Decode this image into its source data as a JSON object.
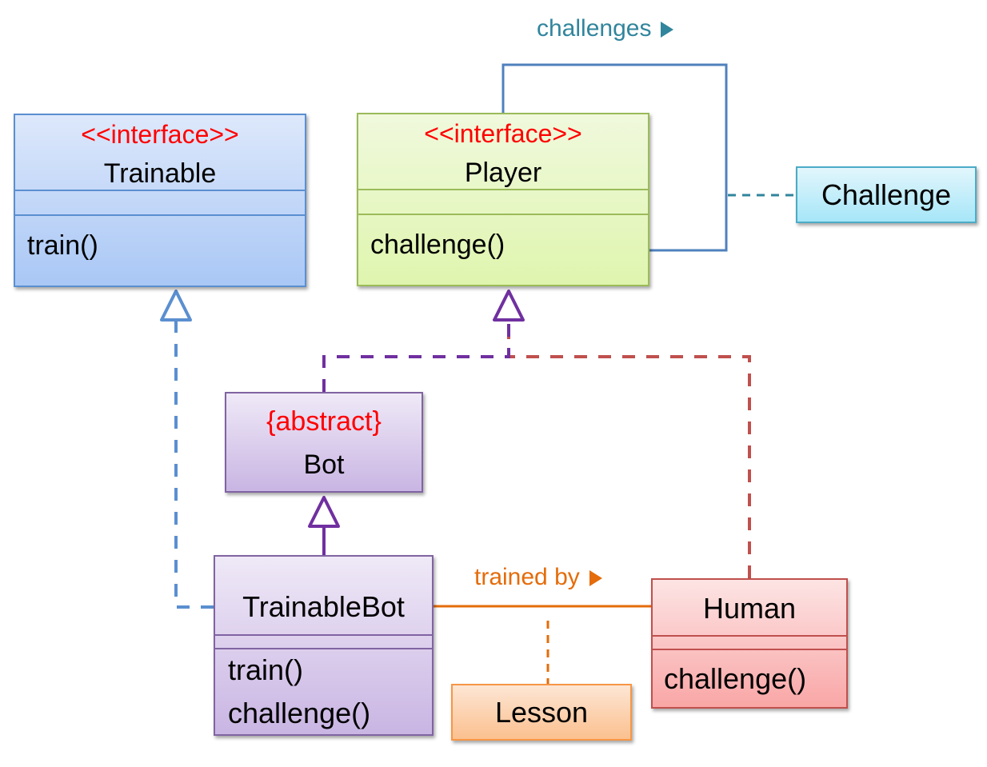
{
  "diagram": {
    "type": "UML class diagram",
    "classes": {
      "trainable": {
        "stereotype": "<<interface>>",
        "name": "Trainable",
        "methods": [
          "train()"
        ],
        "fill": "#a9c7f5",
        "border": "#5b8fd0"
      },
      "player": {
        "stereotype": "<<interface>>",
        "name": "Player",
        "methods": [
          "challenge()"
        ],
        "fill": "#dff5ae",
        "border": "#9bbb59"
      },
      "bot": {
        "stereotype": "{abstract}",
        "name": "Bot",
        "fill": "#c9b5e3",
        "border": "#8064a2"
      },
      "trainable_bot": {
        "name": "TrainableBot",
        "methods": [
          "train()",
          "challenge()"
        ],
        "fill": "#c9b5e3",
        "border": "#8064a2"
      },
      "human": {
        "name": "Human",
        "methods": [
          "challenge()"
        ],
        "fill": "#f9a6a6",
        "border": "#c0504d"
      },
      "challenge": {
        "name": "Challenge",
        "fill": "#a6e6f8",
        "border": "#4bacc6"
      },
      "lesson": {
        "name": "Lesson",
        "fill": "#fbc08f",
        "border": "#f79646"
      }
    },
    "associations": {
      "challenges": {
        "label": "challenges",
        "color": "#31859c",
        "line_color": "#4f81bd",
        "from": "Player",
        "to": "Player",
        "association_class": "Challenge"
      },
      "trained_by": {
        "label": "trained by",
        "color": "#e46c0a",
        "from": "TrainableBot",
        "to": "Human",
        "association_class": "Lesson"
      }
    },
    "relationships": [
      {
        "kind": "realization",
        "from": "TrainableBot",
        "to": "Trainable",
        "color": "#5b8fd0"
      },
      {
        "kind": "realization",
        "from": "Bot",
        "to": "Player",
        "color": "#7030a0"
      },
      {
        "kind": "realization",
        "from": "Human",
        "to": "Player",
        "color": "#c0504d"
      },
      {
        "kind": "generalization",
        "from": "TrainableBot",
        "to": "Bot",
        "color": "#7030a0"
      }
    ],
    "stereotype_color": "#ff0000"
  }
}
